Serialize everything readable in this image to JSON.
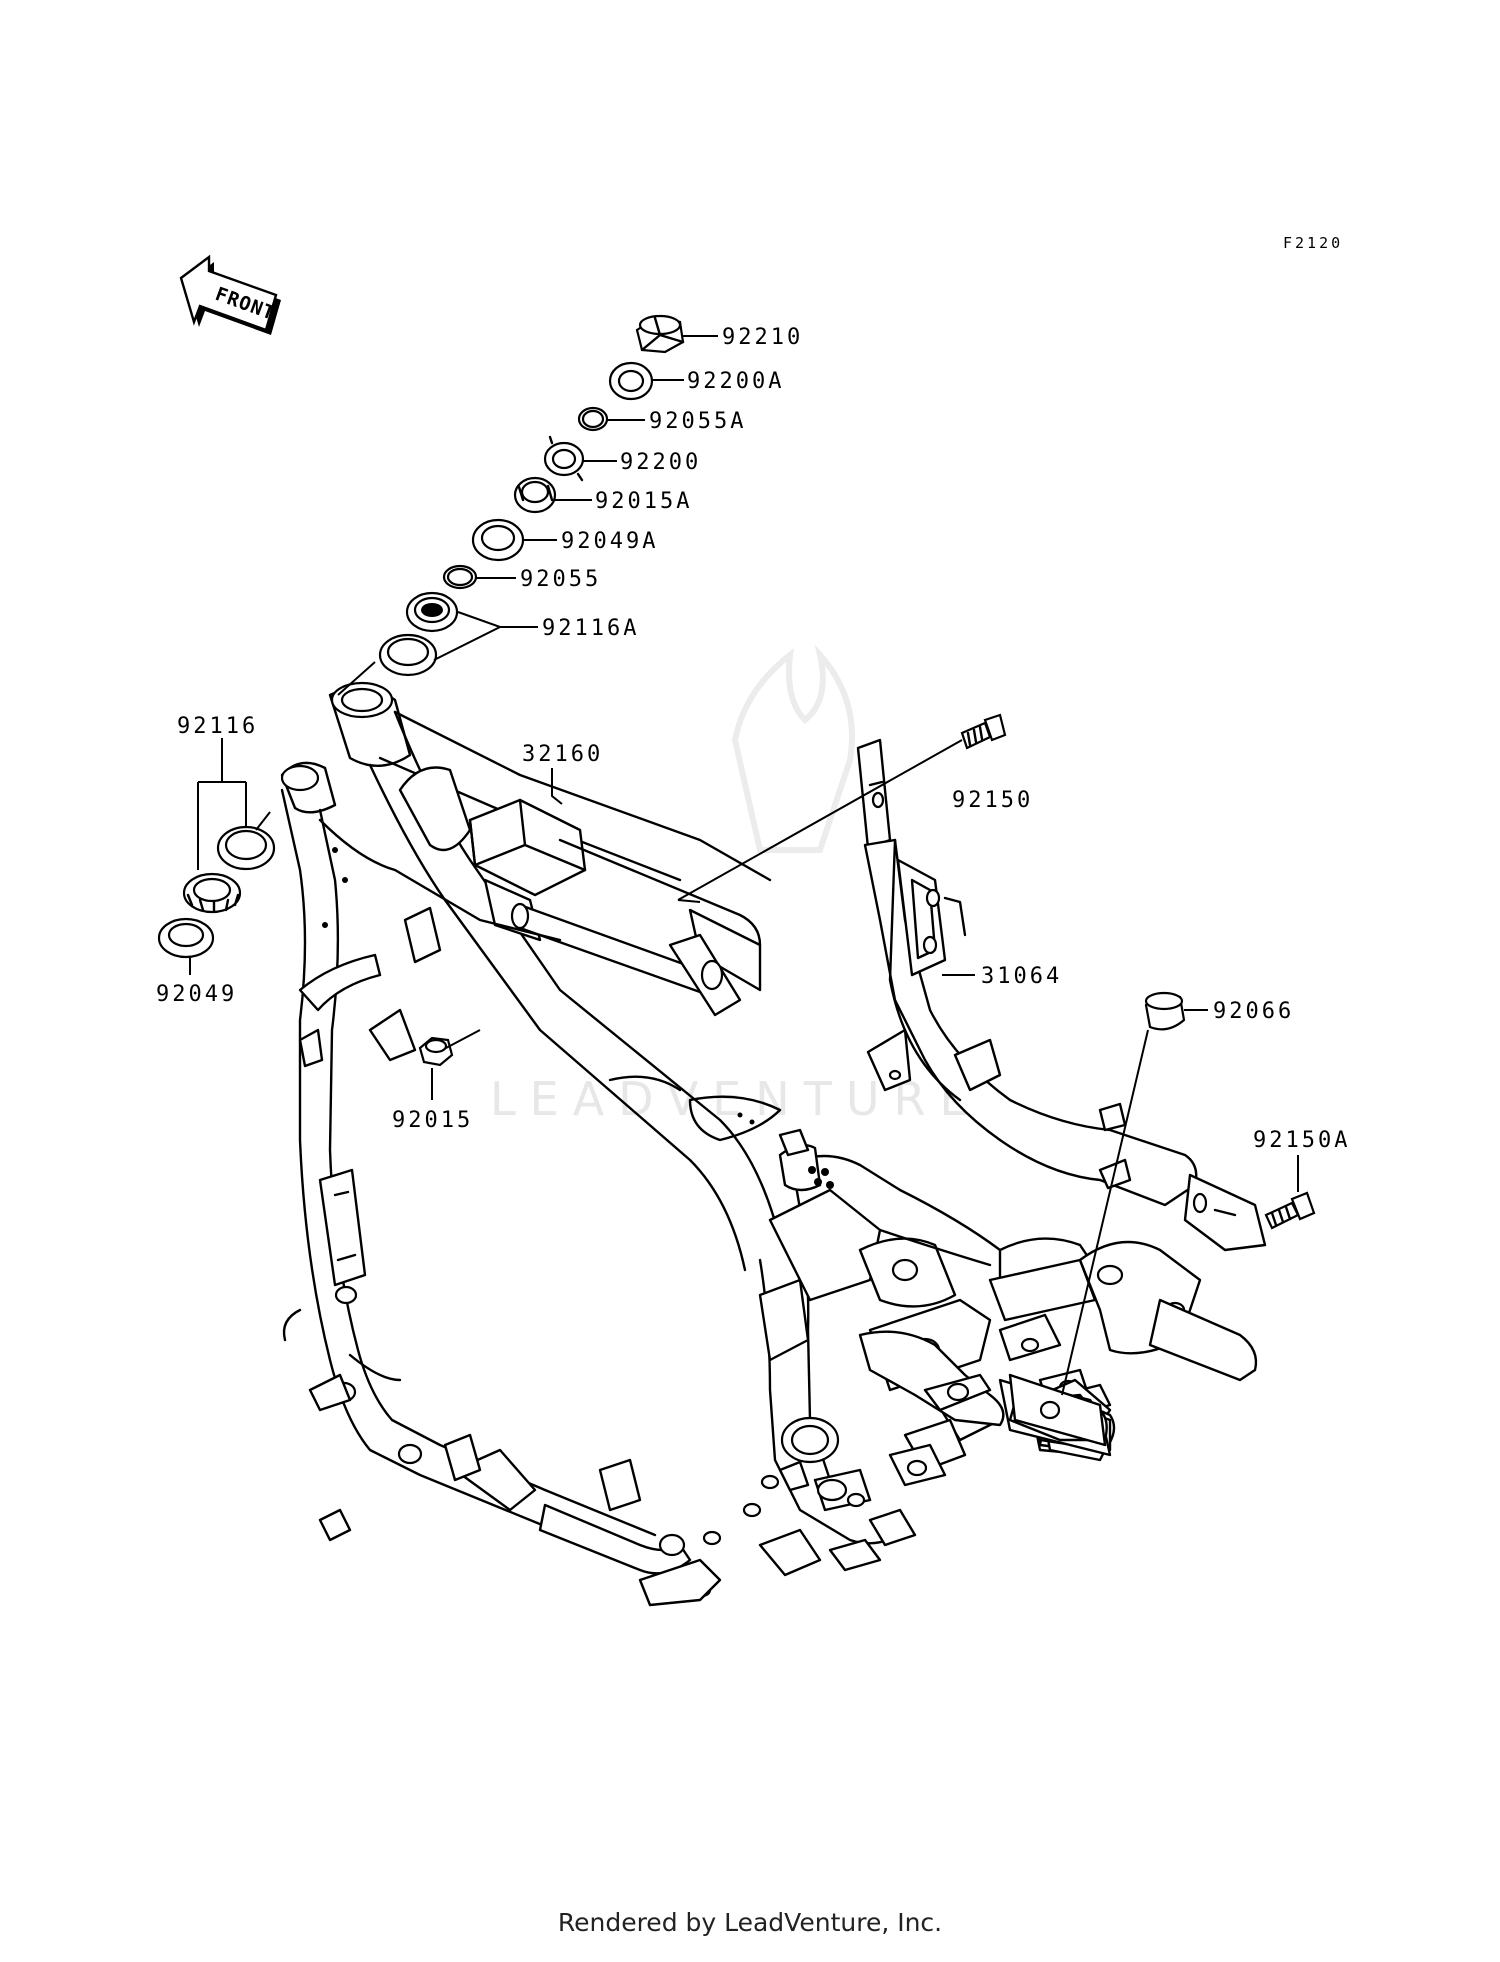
{
  "diagram_code": "F2120",
  "front_label": "FRONT",
  "watermark": "LEADVENTURE",
  "footer": "Rendered by LeadVenture, Inc.",
  "callouts": {
    "p92210": "92210",
    "p92200A": "92200A",
    "p92055A": "92055A",
    "p92200": "92200",
    "p92015A": "92015A",
    "p92049A": "92049A",
    "p92055": "92055",
    "p92116A": "92116A",
    "p92116": "92116",
    "p32160": "32160",
    "p92150": "92150",
    "p31064": "31064",
    "p92066": "92066",
    "p92049": "92049",
    "p92015": "92015",
    "p92150A": "92150A"
  }
}
